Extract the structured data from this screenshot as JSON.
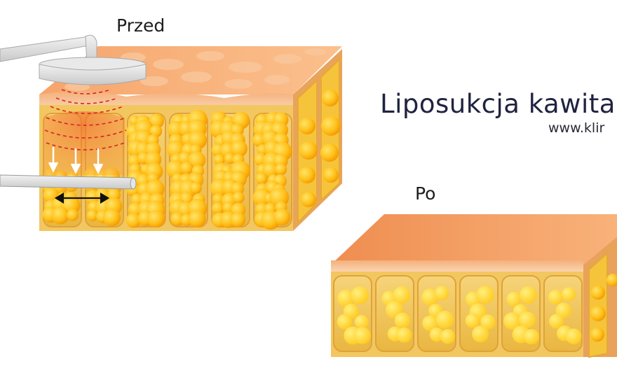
{
  "labels": {
    "before": "Przed",
    "after": "Po"
  },
  "title": "Liposukcja kawita",
  "website": "www.klir",
  "colors": {
    "skin_top": "#f5a46a",
    "skin_light": "#fbd3ad",
    "fat_dark": "#f5a300",
    "fat_light": "#ffd23a",
    "cell_bg": "#f1c95a",
    "wave_red": "#d8232a",
    "arrow_black": "#111111",
    "device_gray": "#d8d8d8",
    "title_color": "#1f2340"
  },
  "icons": {
    "ultrasound_head": "ultrasound-device-icon",
    "cannula": "cannula-probe-icon",
    "arrow_down": "arrow-down-icon",
    "arrow_double": "double-arrow-icon"
  }
}
